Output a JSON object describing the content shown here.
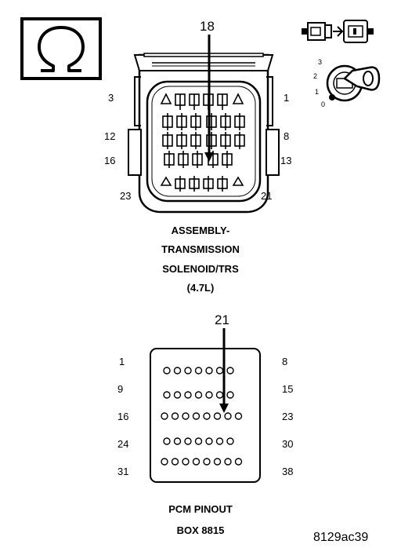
{
  "connector": {
    "callout": "18",
    "pins": {
      "top_left": "3",
      "top_right": "1",
      "mid1_left": "12",
      "mid1_right": "8",
      "mid2_left": "16",
      "mid2_right": "13",
      "bottom_left": "23",
      "bottom_right": "21"
    },
    "caption": [
      "ASSEMBLY-",
      "TRANSMISSION",
      "SOLENOID/TRS",
      "(4.7L)"
    ],
    "key_positions": [
      "3",
      "2",
      "1",
      "0"
    ],
    "icons": [
      "ohm-symbol-icon",
      "connector-plug-icon",
      "ignition-key-icon"
    ]
  },
  "pcm": {
    "callout": "21",
    "row_labels": [
      {
        "left": "1",
        "right": "8",
        "holes": 7
      },
      {
        "left": "9",
        "right": "15",
        "holes": 7
      },
      {
        "left": "16",
        "right": "23",
        "holes": 8
      },
      {
        "left": "24",
        "right": "30",
        "holes": 7
      },
      {
        "left": "31",
        "right": "38",
        "holes": 8
      }
    ],
    "caption": [
      "PCM PINOUT",
      "BOX 8815"
    ]
  },
  "figure_id": "8129ac39"
}
